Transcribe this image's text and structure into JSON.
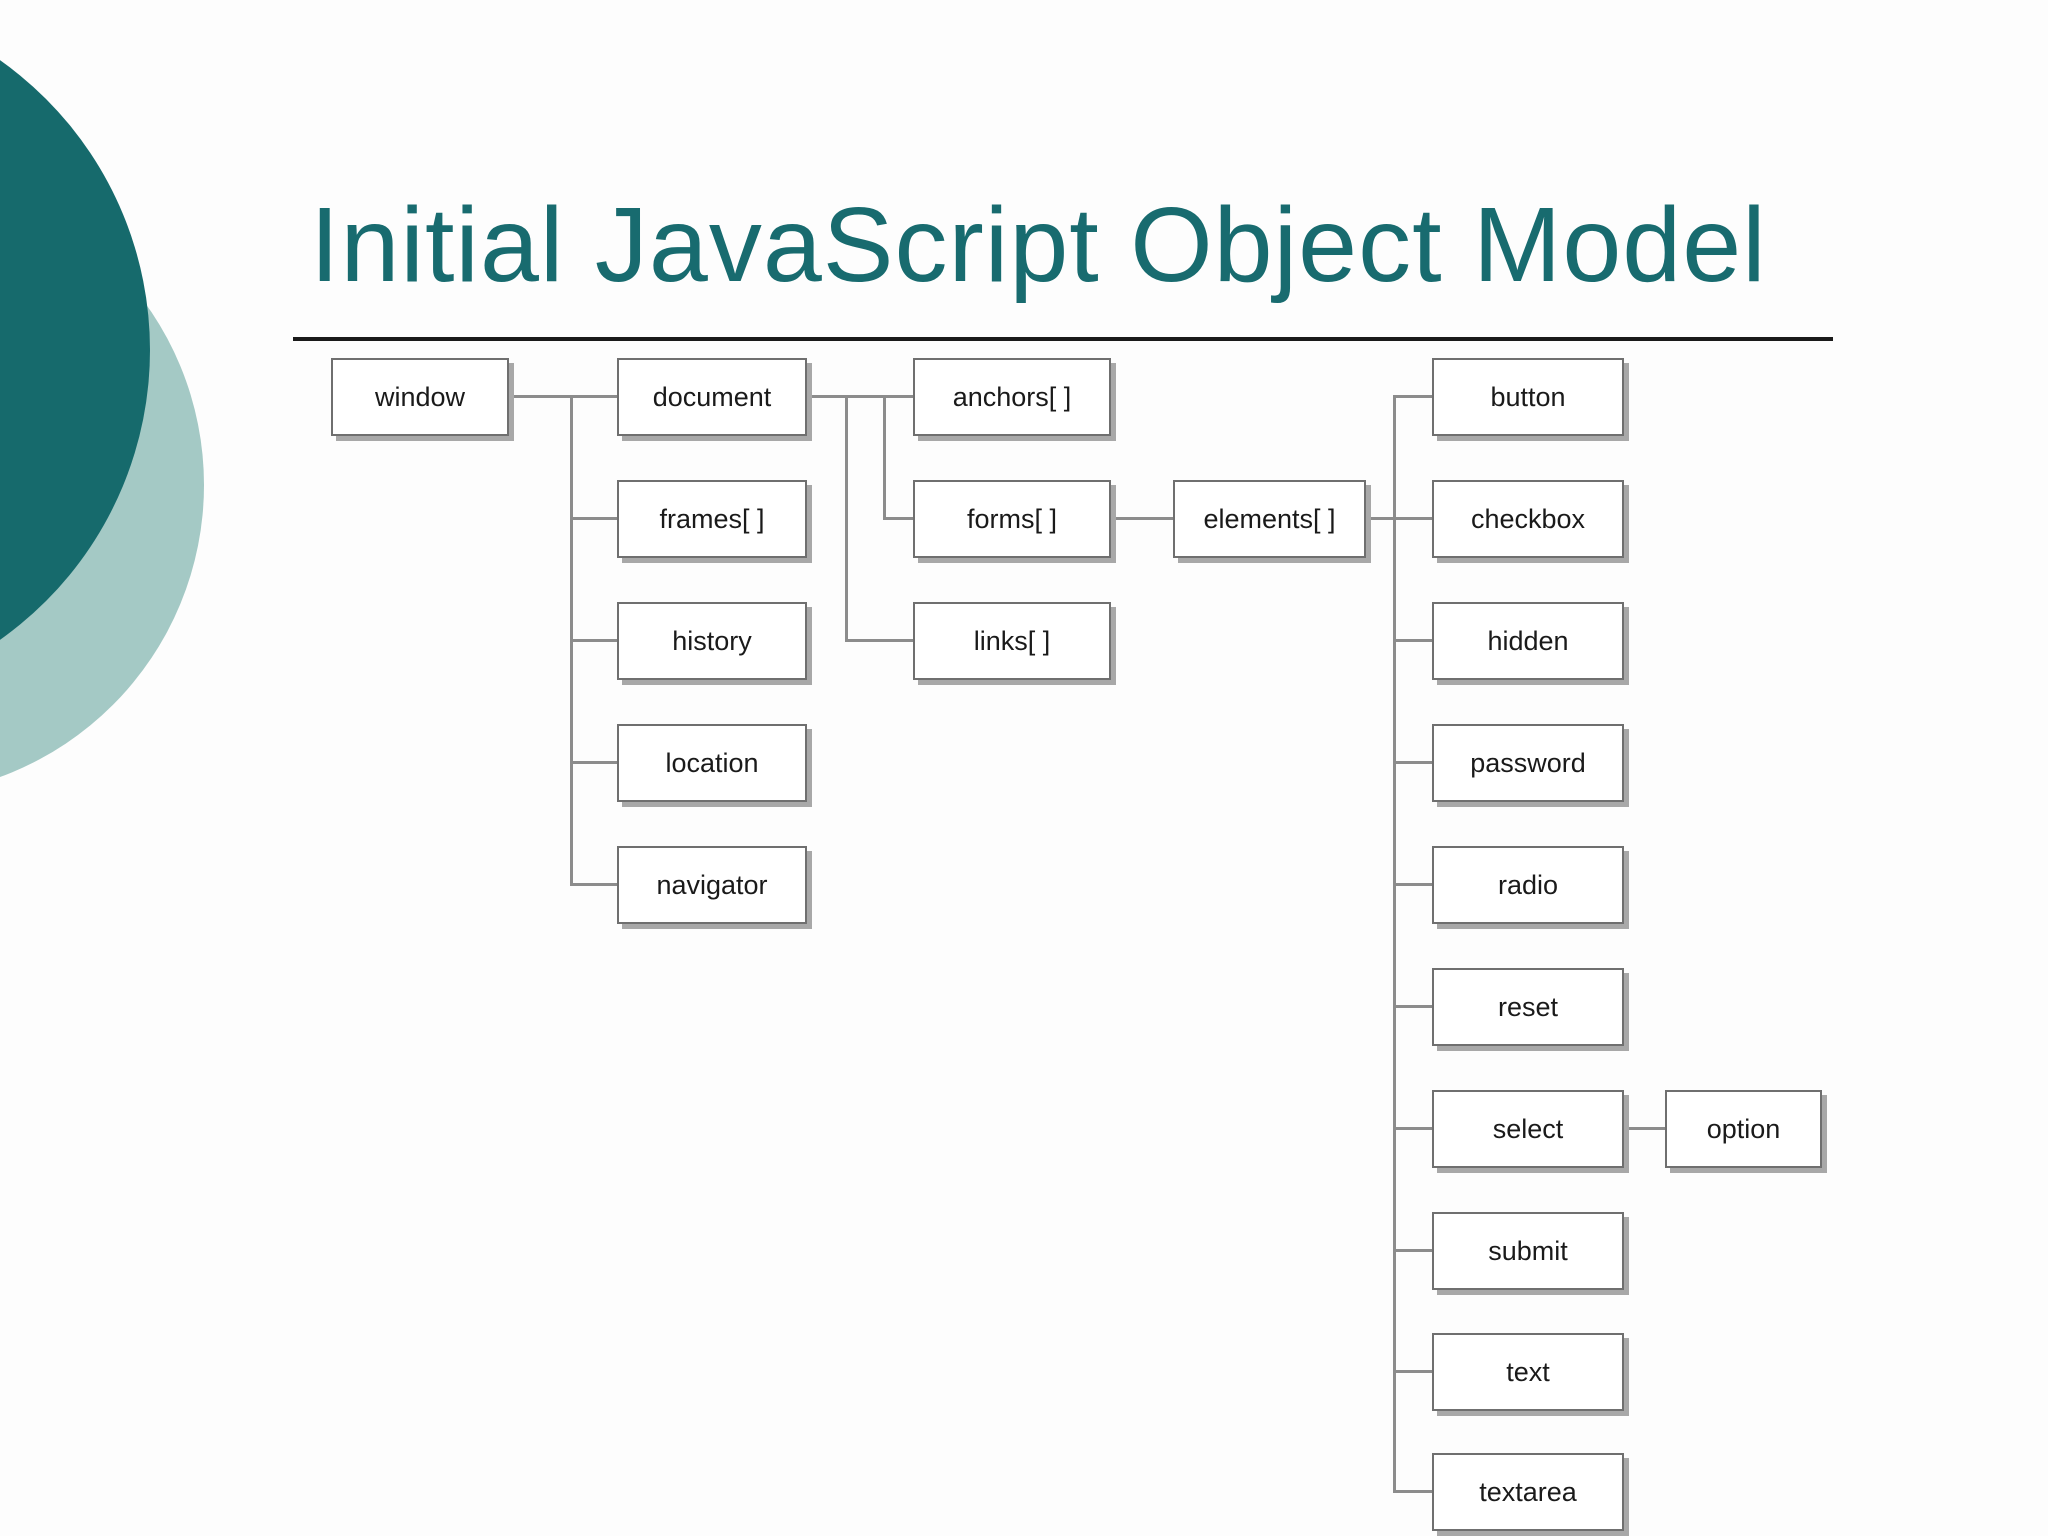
{
  "slide": {
    "title": "Initial JavaScript Object Model"
  },
  "colors": {
    "title_teal": "#186b6f",
    "circle_dark_teal": "#166a6c",
    "circle_light_teal": "#a4c9c5",
    "underline": "#1a1a1a",
    "box_border": "#6f6f6f",
    "box_shadow": "#a8a8a8",
    "connector": "#8c8c8c",
    "label_text": "#1a1a1a"
  },
  "diagram": {
    "nodes": {
      "window": "window",
      "document": "document",
      "frames": "frames[ ]",
      "history": "history",
      "location": "location",
      "navigator": "navigator",
      "anchors": "anchors[ ]",
      "forms": "forms[ ]",
      "links": "links[ ]",
      "elements": "elements[ ]",
      "button": "button",
      "checkbox": "checkbox",
      "hidden": "hidden",
      "password": "password",
      "radio": "radio",
      "reset": "reset",
      "select": "select",
      "option": "option",
      "submit": "submit",
      "text": "text",
      "textarea": "textarea"
    }
  }
}
